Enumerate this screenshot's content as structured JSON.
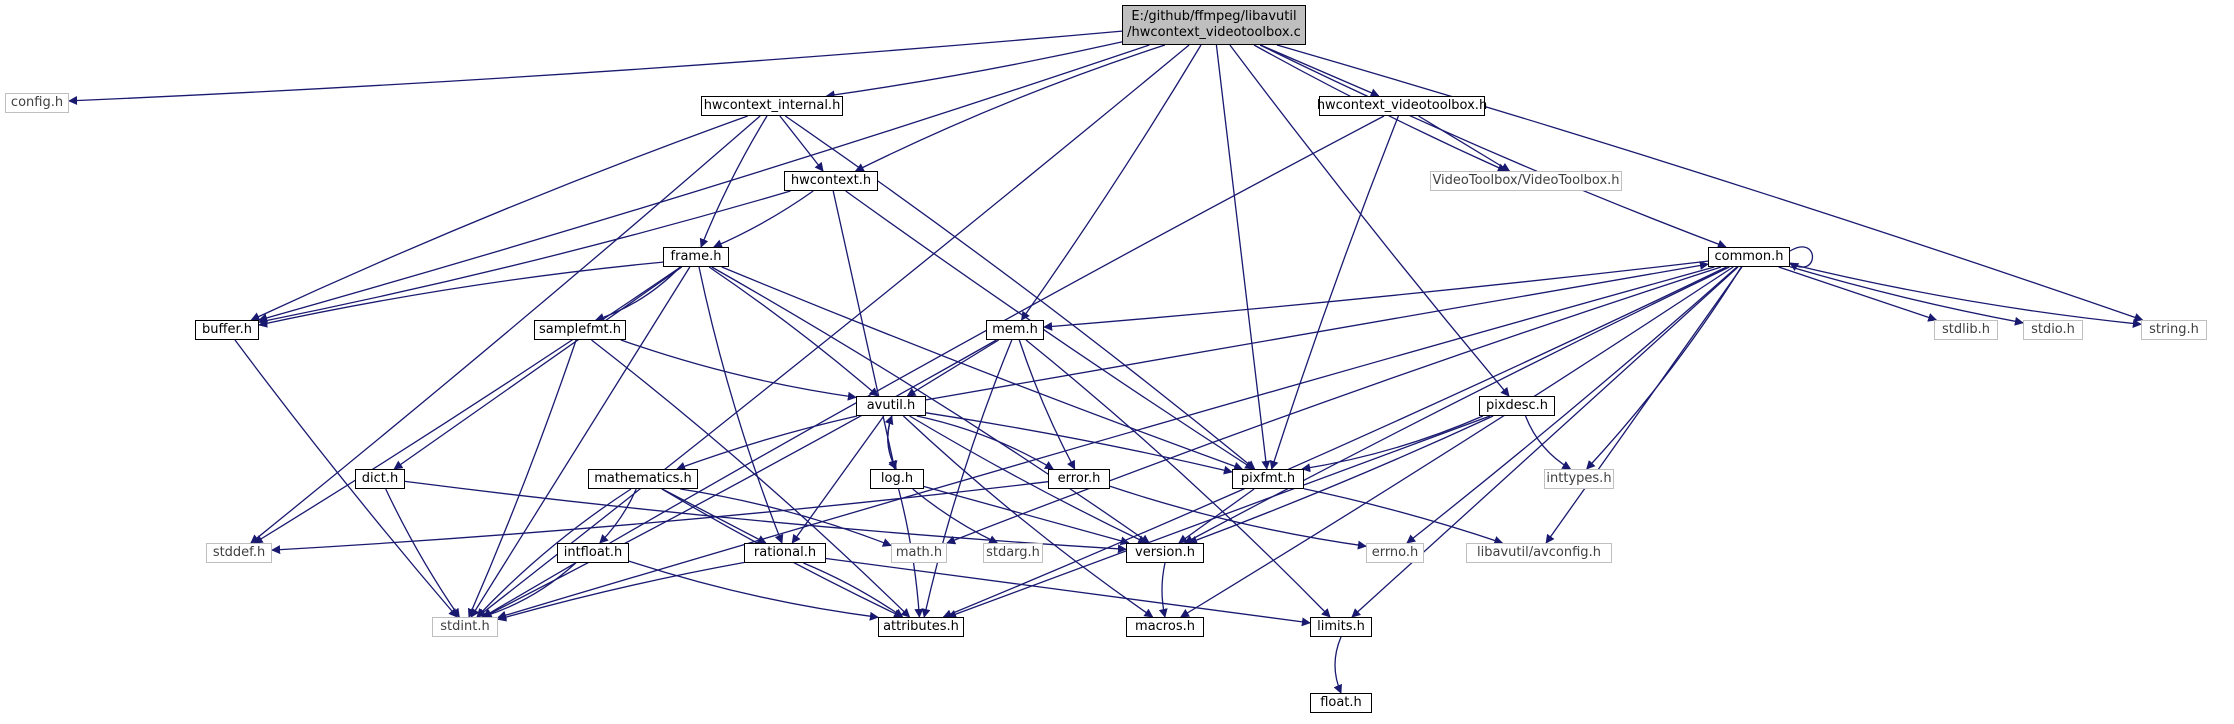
{
  "graph": {
    "edge_color": "#191970",
    "external_border_color": "#bfbfbf",
    "root_fill": "#bfbfbf",
    "nodes": [
      {
        "id": "root",
        "label": "E:/github/ffmpeg/libavutil\n/hwcontext_videotoolbox.c",
        "kind": "root"
      },
      {
        "id": "config",
        "label": "config.h",
        "kind": "external"
      },
      {
        "id": "hwinternal",
        "label": "hwcontext_internal.h",
        "kind": "internal"
      },
      {
        "id": "hwvt",
        "label": "hwcontext_videotoolbox.h",
        "kind": "internal"
      },
      {
        "id": "vtvt",
        "label": "VideoToolbox/VideoToolbox.h",
        "kind": "external"
      },
      {
        "id": "hwcontext",
        "label": "hwcontext.h",
        "kind": "internal"
      },
      {
        "id": "frame",
        "label": "frame.h",
        "kind": "internal"
      },
      {
        "id": "buffer",
        "label": "buffer.h",
        "kind": "internal"
      },
      {
        "id": "samplefmt",
        "label": "samplefmt.h",
        "kind": "internal"
      },
      {
        "id": "mem",
        "label": "mem.h",
        "kind": "internal"
      },
      {
        "id": "avutil",
        "label": "avutil.h",
        "kind": "internal"
      },
      {
        "id": "common",
        "label": "common.h",
        "kind": "internal"
      },
      {
        "id": "stdlib",
        "label": "stdlib.h",
        "kind": "external"
      },
      {
        "id": "stdio",
        "label": "stdio.h",
        "kind": "external"
      },
      {
        "id": "string",
        "label": "string.h",
        "kind": "external"
      },
      {
        "id": "pixdesc",
        "label": "pixdesc.h",
        "kind": "internal"
      },
      {
        "id": "inttypes",
        "label": "inttypes.h",
        "kind": "external"
      },
      {
        "id": "dict",
        "label": "dict.h",
        "kind": "internal"
      },
      {
        "id": "mathematics",
        "label": "mathematics.h",
        "kind": "internal"
      },
      {
        "id": "log",
        "label": "log.h",
        "kind": "internal"
      },
      {
        "id": "error",
        "label": "error.h",
        "kind": "internal"
      },
      {
        "id": "pixfmt",
        "label": "pixfmt.h",
        "kind": "internal"
      },
      {
        "id": "stddef",
        "label": "stddef.h",
        "kind": "external"
      },
      {
        "id": "math",
        "label": "math.h",
        "kind": "external"
      },
      {
        "id": "stdarg",
        "label": "stdarg.h",
        "kind": "external"
      },
      {
        "id": "version",
        "label": "version.h",
        "kind": "internal"
      },
      {
        "id": "errno",
        "label": "errno.h",
        "kind": "external"
      },
      {
        "id": "avconfig",
        "label": "libavutil/avconfig.h",
        "kind": "external"
      },
      {
        "id": "intfloat",
        "label": "intfloat.h",
        "kind": "internal"
      },
      {
        "id": "rational",
        "label": "rational.h",
        "kind": "internal"
      },
      {
        "id": "stdint",
        "label": "stdint.h",
        "kind": "external"
      },
      {
        "id": "attributes",
        "label": "attributes.h",
        "kind": "internal"
      },
      {
        "id": "macros",
        "label": "macros.h",
        "kind": "internal"
      },
      {
        "id": "limits",
        "label": "limits.h",
        "kind": "internal"
      },
      {
        "id": "float",
        "label": "float.h",
        "kind": "internal"
      }
    ],
    "edges": [
      [
        "root",
        "config"
      ],
      [
        "root",
        "hwinternal"
      ],
      [
        "root",
        "hwvt"
      ],
      [
        "root",
        "vtvt"
      ],
      [
        "root",
        "hwcontext"
      ],
      [
        "root",
        "buffer"
      ],
      [
        "root",
        "mem"
      ],
      [
        "root",
        "pixfmt"
      ],
      [
        "root",
        "pixdesc"
      ],
      [
        "root",
        "common"
      ],
      [
        "root",
        "string"
      ],
      [
        "root",
        "stdint"
      ],
      [
        "hwinternal",
        "hwcontext"
      ],
      [
        "hwinternal",
        "frame"
      ],
      [
        "hwinternal",
        "buffer"
      ],
      [
        "hwinternal",
        "pixfmt"
      ],
      [
        "hwinternal",
        "stddef"
      ],
      [
        "hwvt",
        "vtvt"
      ],
      [
        "hwvt",
        "pixfmt"
      ],
      [
        "hwvt",
        "stdint"
      ],
      [
        "hwcontext",
        "buffer"
      ],
      [
        "hwcontext",
        "frame"
      ],
      [
        "hwcontext",
        "log"
      ],
      [
        "hwcontext",
        "pixfmt"
      ],
      [
        "frame",
        "buffer"
      ],
      [
        "frame",
        "samplefmt"
      ],
      [
        "frame",
        "avutil"
      ],
      [
        "frame",
        "dict"
      ],
      [
        "frame",
        "pixfmt"
      ],
      [
        "frame",
        "rational"
      ],
      [
        "frame",
        "version"
      ],
      [
        "frame",
        "stddef"
      ],
      [
        "frame",
        "stdint"
      ],
      [
        "buffer",
        "stdint"
      ],
      [
        "samplefmt",
        "avutil"
      ],
      [
        "samplefmt",
        "attributes"
      ],
      [
        "samplefmt",
        "stdint"
      ],
      [
        "mem",
        "avutil"
      ],
      [
        "mem",
        "error"
      ],
      [
        "mem",
        "attributes"
      ],
      [
        "mem",
        "limits"
      ],
      [
        "mem",
        "stdint"
      ],
      [
        "avutil",
        "common"
      ],
      [
        "avutil",
        "mathematics"
      ],
      [
        "avutil",
        "log"
      ],
      [
        "avutil",
        "error"
      ],
      [
        "avutil",
        "pixfmt"
      ],
      [
        "avutil",
        "rational"
      ],
      [
        "avutil",
        "version"
      ],
      [
        "avutil",
        "macros"
      ],
      [
        "common",
        "common"
      ],
      [
        "common",
        "mem"
      ],
      [
        "common",
        "stdlib"
      ],
      [
        "common",
        "stdio"
      ],
      [
        "common",
        "string"
      ],
      [
        "common",
        "inttypes"
      ],
      [
        "common",
        "errno"
      ],
      [
        "common",
        "avconfig"
      ],
      [
        "common",
        "version"
      ],
      [
        "common",
        "math"
      ],
      [
        "common",
        "attributes"
      ],
      [
        "common",
        "macros"
      ],
      [
        "common",
        "limits"
      ],
      [
        "common",
        "stdint"
      ],
      [
        "pixdesc",
        "inttypes"
      ],
      [
        "pixdesc",
        "pixfmt"
      ],
      [
        "pixdesc",
        "version"
      ],
      [
        "pixdesc",
        "attributes"
      ],
      [
        "dict",
        "stdint"
      ],
      [
        "dict",
        "version"
      ],
      [
        "mathematics",
        "math"
      ],
      [
        "mathematics",
        "intfloat"
      ],
      [
        "mathematics",
        "rational"
      ],
      [
        "mathematics",
        "attributes"
      ],
      [
        "mathematics",
        "stdint"
      ],
      [
        "log",
        "avutil"
      ],
      [
        "log",
        "attributes"
      ],
      [
        "log",
        "version"
      ],
      [
        "log",
        "stdarg"
      ],
      [
        "error",
        "errno"
      ],
      [
        "error",
        "stddef"
      ],
      [
        "pixfmt",
        "avconfig"
      ],
      [
        "pixfmt",
        "version"
      ],
      [
        "version",
        "macros"
      ],
      [
        "intfloat",
        "attributes"
      ],
      [
        "intfloat",
        "stdint"
      ],
      [
        "rational",
        "attributes"
      ],
      [
        "rational",
        "limits"
      ],
      [
        "rational",
        "stdint"
      ],
      [
        "limits",
        "float"
      ]
    ]
  }
}
